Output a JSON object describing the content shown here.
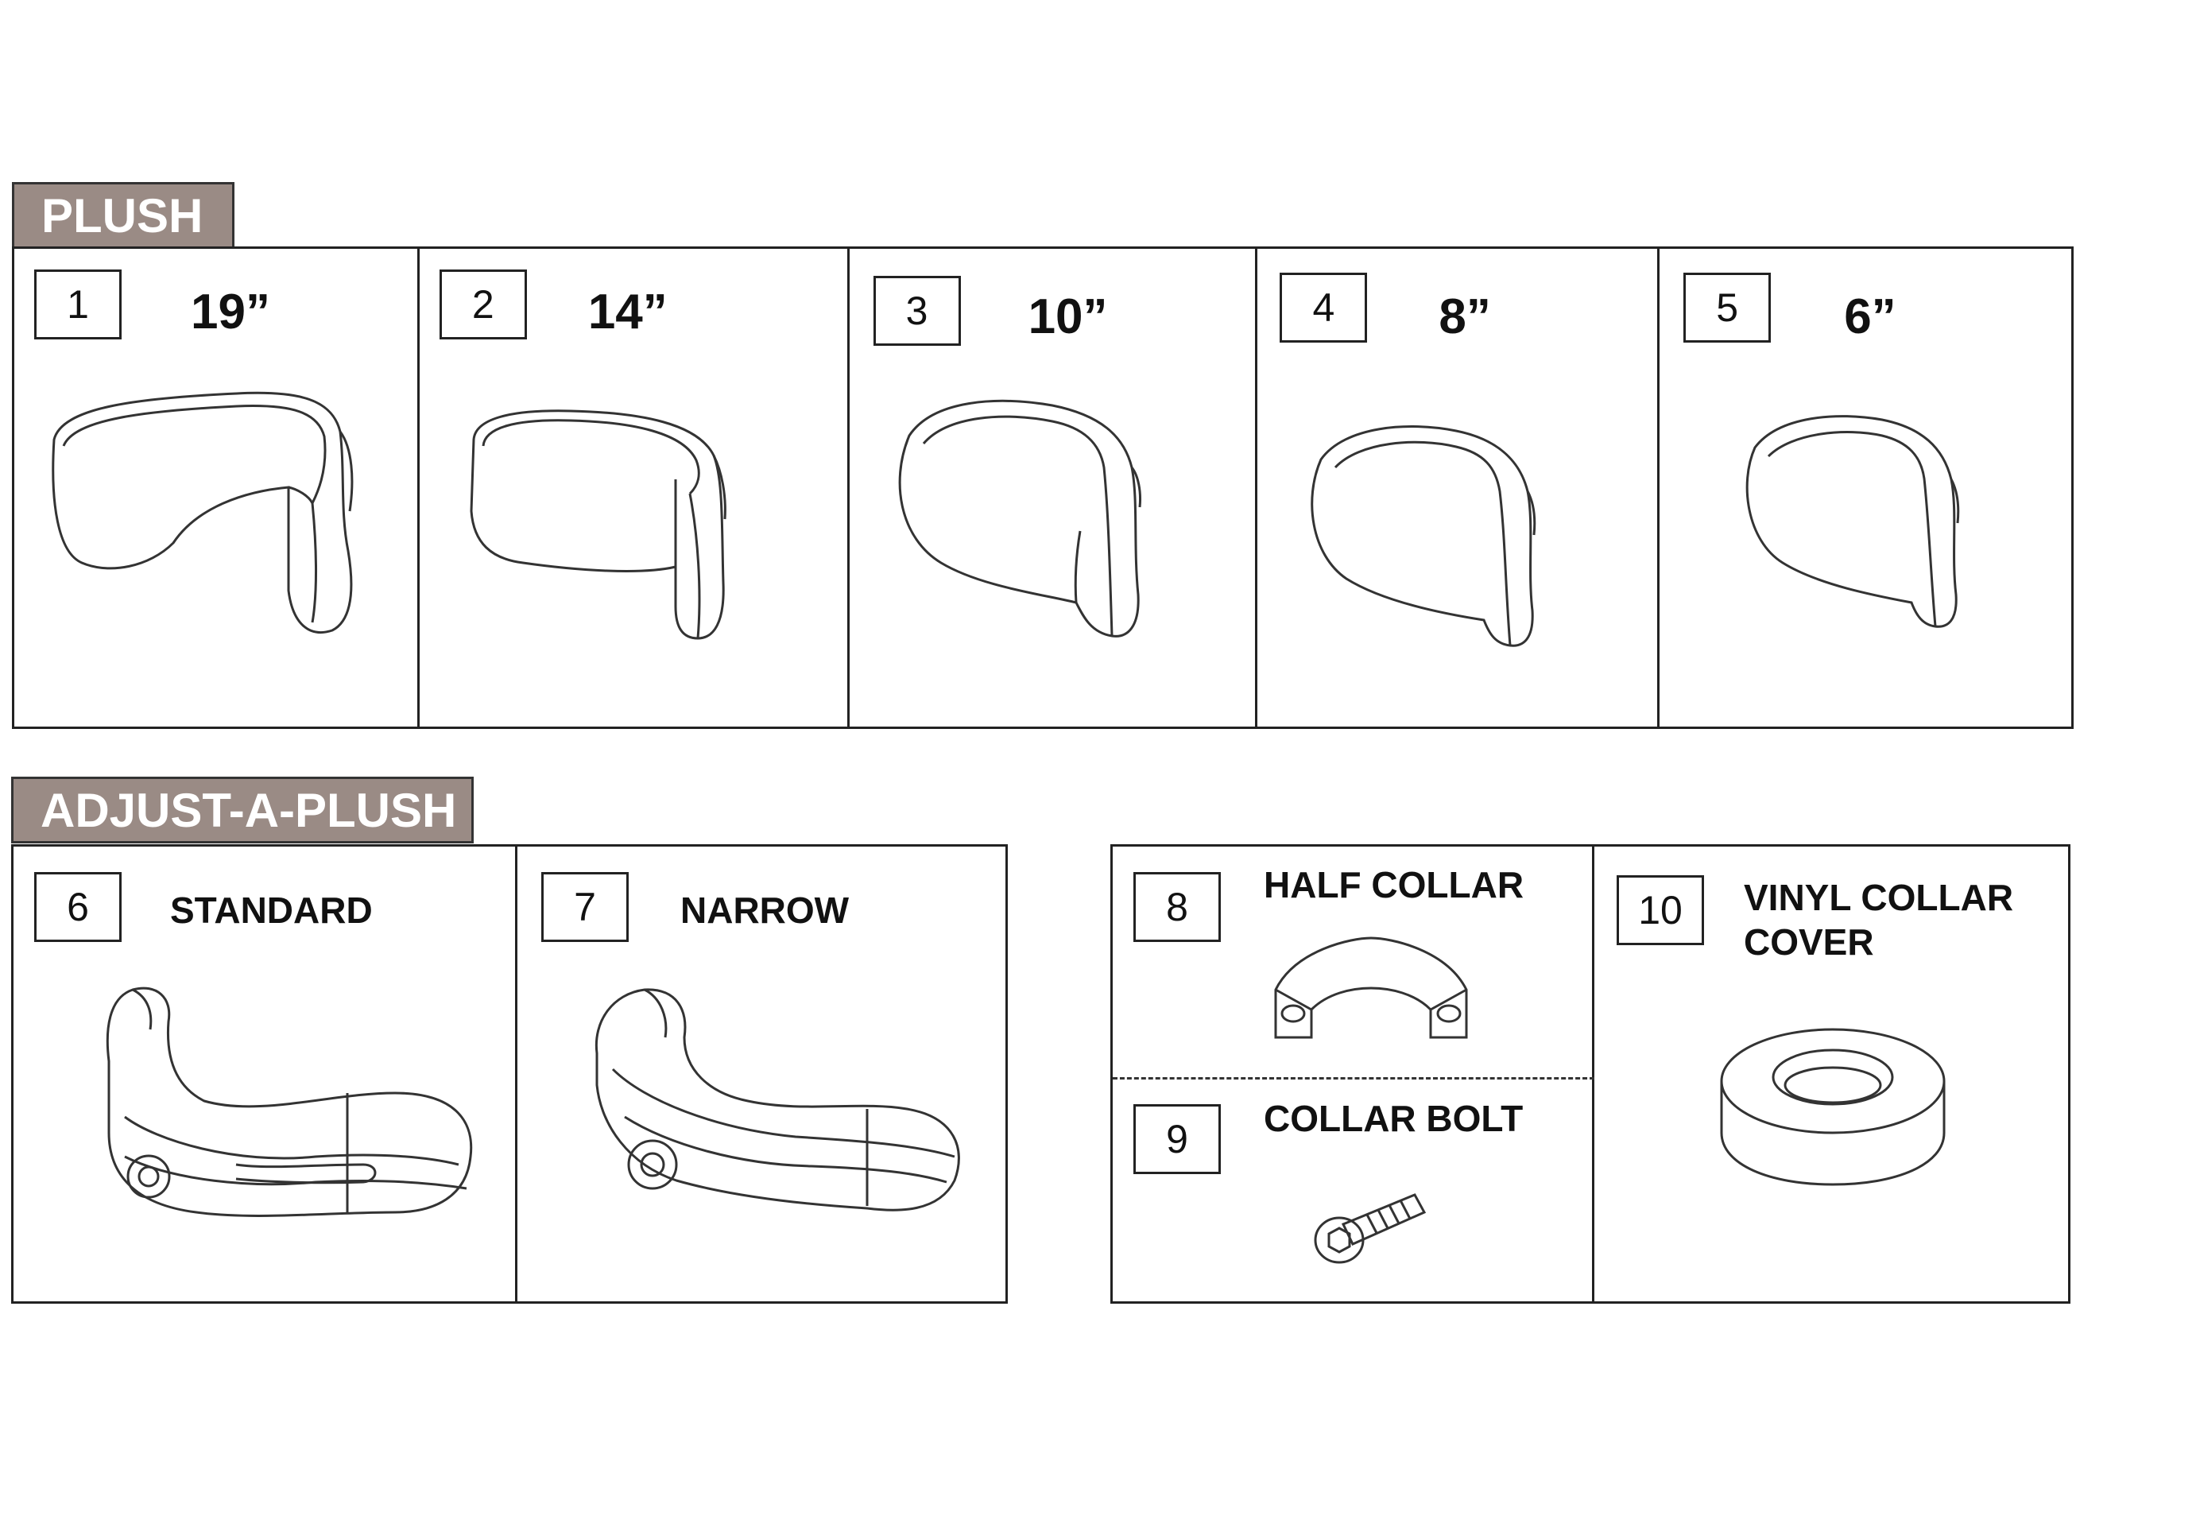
{
  "sections": {
    "plush": {
      "title": "PLUSH",
      "items": [
        {
          "number": "1",
          "size": "19”"
        },
        {
          "number": "2",
          "size": "14”"
        },
        {
          "number": "3",
          "size": "10”"
        },
        {
          "number": "4",
          "size": "8”"
        },
        {
          "number": "5",
          "size": "6”"
        }
      ]
    },
    "adjust_a_plush": {
      "title": "ADJUST-A-PLUSH",
      "items": [
        {
          "number": "6",
          "label": "STANDARD"
        },
        {
          "number": "7",
          "label": "NARROW"
        }
      ]
    },
    "hardware": {
      "items": [
        {
          "number": "8",
          "label": "HALF COLLAR"
        },
        {
          "number": "9",
          "label": "COLLAR BOLT"
        },
        {
          "number": "10",
          "label_line1": "VINYL COLLAR",
          "label_line2": "COVER"
        }
      ]
    }
  }
}
